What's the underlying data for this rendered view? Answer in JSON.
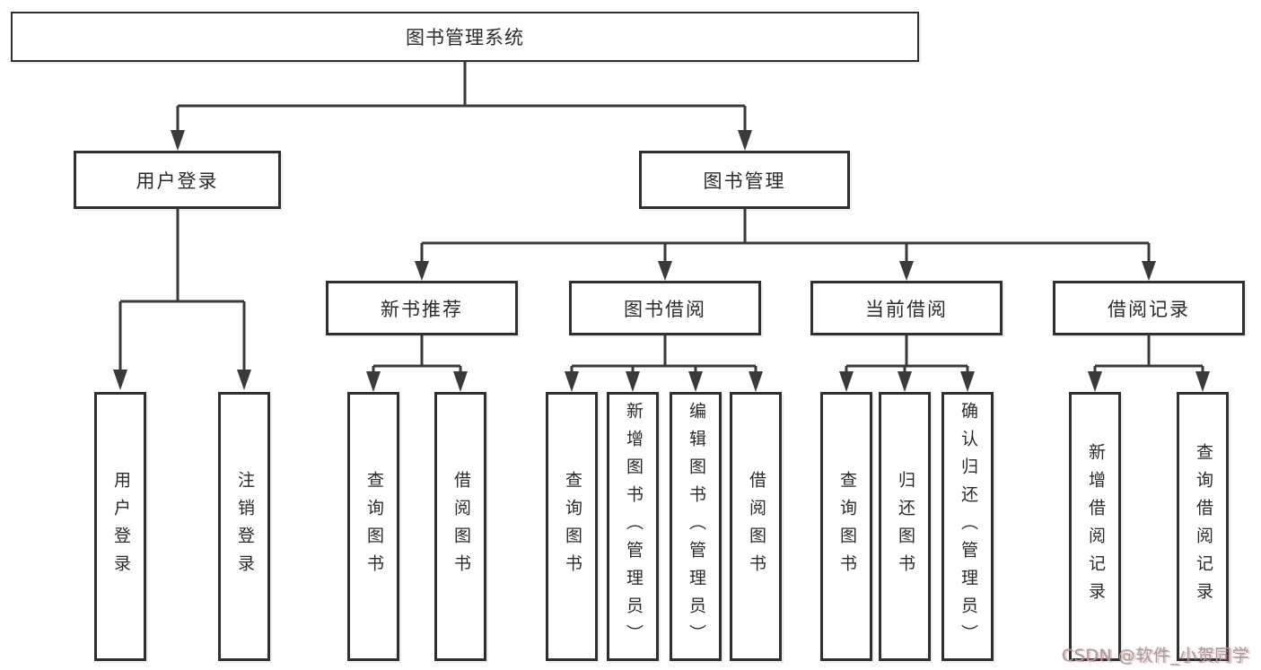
{
  "diagram": {
    "title": "图书管理系统",
    "watermark": "CSDN @软件_小贺同学"
  },
  "colors": {
    "line": "#3a3a3a",
    "box_border": "#2f2f2f",
    "text": "#2b2b2b",
    "watermark": "#9f9f9f",
    "background": "#ffffff"
  },
  "tree": {
    "root": {
      "label": "图书管理系统"
    },
    "level2": [
      {
        "label": "用户登录",
        "children": [
          "用户登录",
          "注销登录"
        ]
      },
      {
        "label": "图书管理"
      }
    ],
    "level3": [
      {
        "label": "新书推荐",
        "children": [
          "查询图书",
          "借阅图书"
        ]
      },
      {
        "label": "图书借阅",
        "children": [
          "查询图书",
          "新增图书（管理员）",
          "编辑图书（管理员）",
          "借阅图书"
        ]
      },
      {
        "label": "当前借阅",
        "children": [
          "查询图书",
          "归还图书",
          "确认归还（管理员）"
        ]
      },
      {
        "label": "借阅记录",
        "children": [
          "新增借阅记录",
          "查询借阅记录"
        ]
      }
    ]
  }
}
